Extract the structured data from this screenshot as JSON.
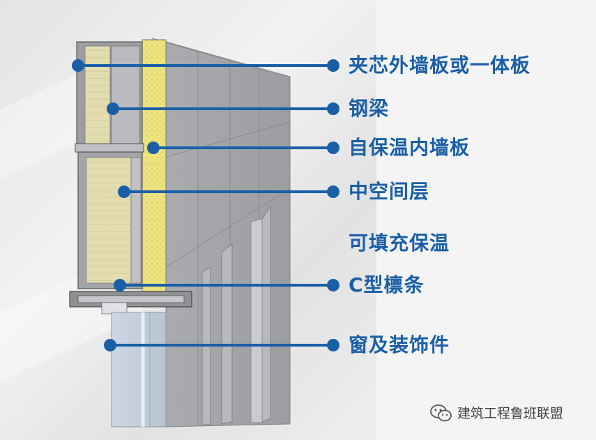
{
  "labels": {
    "l1": "夹芯外墙板或一体板",
    "l2": "钢梁",
    "l3": "自保温内墙板",
    "l4": "中空间层",
    "l5": "可填充保温",
    "l6": "C型檩条",
    "l7": "窗及装饰件"
  },
  "watermark": {
    "text": "建筑工程鲁班联盟",
    "icon": "wechat-icon"
  },
  "colors": {
    "callout": "#1a5fa6",
    "insulation": "#e6dd8f",
    "panel": "#a9abae"
  }
}
